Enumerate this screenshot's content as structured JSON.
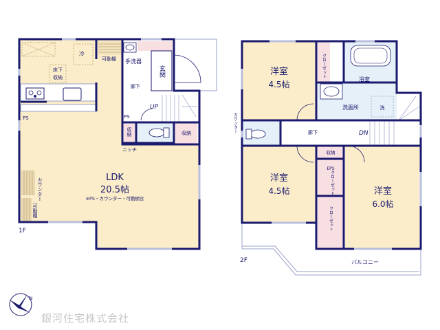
{
  "colors": {
    "wall": "#1a1a6e",
    "room_beige": "#fbedc9",
    "wet_blue": "#e6f0f8",
    "storage_pink": "#f8dfe2",
    "window": "#b9bfdc",
    "company_text": "#c8c8c8"
  },
  "floor1": {
    "label": "1F",
    "ldk": {
      "name": "LDK",
      "size": "20.5帖",
      "note": "※PS・カウンター・可動棚含"
    },
    "fridge": "冷",
    "underfloor_storage_line1": "床下",
    "underfloor_storage_line2": "収納",
    "shelf_top": "可動棚",
    "ps_kitchen": "PS",
    "counter_left": "カウンター",
    "shelf_left": "可動棚",
    "hand_wash": "手洗器",
    "hallway": "廊下",
    "entrance": "玄関",
    "stairs_up": "UP",
    "ps_hall": "PS",
    "storage_small": "収納",
    "storage_right": "収納",
    "niche": "ニッチ"
  },
  "floor2": {
    "label": "2F",
    "room_nw": {
      "name": "洋室",
      "size": "4.5帖"
    },
    "room_sw": {
      "name": "洋室",
      "size": "4.5帖"
    },
    "room_se": {
      "name": "洋室",
      "size": "6.0帖"
    },
    "closet_n": "クローゼット",
    "closet_mid": "クローゼット",
    "closet_s": "クローゼット",
    "bathroom": "浴室",
    "washroom": "洗面所",
    "washer": "洗",
    "hallway": "廊下",
    "stairs_down": "DN",
    "storage": "収納",
    "eps": "EPS",
    "counter": "カウンター",
    "balcony": "バルコニー"
  },
  "footer": {
    "company": "銀河住宅株式会社",
    "compass_icon": "north-compass",
    "compass_letter": "N"
  }
}
